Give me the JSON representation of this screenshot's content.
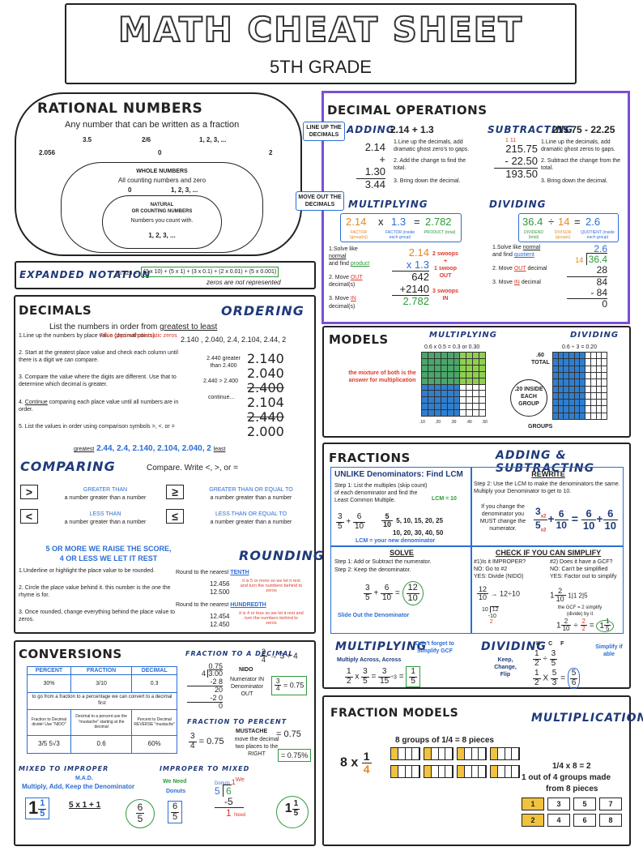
{
  "header": {
    "title": "MATH CHEAT SHEET",
    "subtitle": "5TH GRADE"
  },
  "rational": {
    "title": "RATIONAL NUMBERS",
    "def": "Any number that can be written as a fraction",
    "row1": [
      "3.5",
      "2/6",
      "1, 2, 3, ..."
    ],
    "row2": [
      "2.056",
      "0",
      "2"
    ],
    "whole_title": "WHOLE NUMBERS",
    "whole_def": "All counting numbers and zero",
    "whole_row": [
      "0",
      "1, 2, 3, ..."
    ],
    "natural_title": "NATURAL\nOR COUNTING NUMBERS",
    "natural_def": "Numbers you count with.",
    "natural_row": "1, 2, 3, ..."
  },
  "expanded": {
    "title": "EXPANDED NOTATION",
    "number": "25.325 =",
    "expr": "(2 x 10) + (5 x 1) + (3 x 0.1) + (2 x 0.01) + (5 x 0.001)",
    "note": "zeros are not represented"
  },
  "decops": {
    "title": "DECIMAL OPERATIONS",
    "lineup": "LINE UP THE DECIMALS",
    "moveout": "MOVE OUT THE DECIMALS",
    "adding": {
      "title": "ADDING",
      "problem": "2.14 + 1.3",
      "a": "2.14",
      "b": "+ 1.30",
      "r": "3.44",
      "steps": [
        "1.Line up the decimals, add dramatic ghost zero's to gaps.",
        "2. Add the change to find the total.",
        "3. Bring down the decimal."
      ]
    },
    "subtracting": {
      "title": "SUBTRACTING",
      "problem": "215.75 - 22.25",
      "carry": "1 11",
      "a": "215.75",
      "b": "- 22.50",
      "r": "193.50",
      "steps": [
        "1.Line up the decimals, add dramatic ghost zeros to gaps.",
        "2. Subtract the change from the total.",
        "3. Bring down the decimal."
      ]
    },
    "multiplying": {
      "title": "MULTIPLYING",
      "eq": [
        "2.14",
        "x",
        "1.3",
        "=",
        "2.782"
      ],
      "labels": [
        "FACTOR (group(s))",
        "FACTOR (inside each group)",
        "PRODUCT (total)"
      ],
      "steps": [
        "1.Solve like",
        "normal",
        "and find",
        "product",
        "2. Move",
        "OUT",
        "decimal(s)",
        "3. Move",
        "IN",
        "decimal(s)"
      ],
      "work": [
        "2.14",
        "x  1.3",
        "642",
        "+2140",
        "2.782"
      ],
      "swoops": [
        "2 swoops",
        "+",
        "1 swoop",
        "OUT",
        "3 swoops",
        "IN"
      ]
    },
    "dividing": {
      "title": "DIVIDING",
      "eq": [
        "36.4",
        "÷",
        "14",
        "=",
        "2.6"
      ],
      "labels": [
        "DIVIDEND (total)",
        "DIVISOR (groups)",
        "QUOTIENT (inside each group)"
      ],
      "steps": [
        "1.Solve like",
        "normal",
        "and find",
        "quotient",
        "2. Move",
        "OUT",
        "decimal",
        "3. Move",
        "IN",
        "decimal"
      ],
      "work": [
        "2.6",
        "14",
        "36.4",
        "28",
        "84",
        "- 84",
        "0"
      ]
    }
  },
  "decimals": {
    "title": "DECIMALS",
    "ordering": "ORDERING",
    "task": "List the numbers in order from",
    "task_em": "greatest to least",
    "list": "2.140 , 2.040, 2.4, 2.104, 2.44, 2",
    "steps": [
      "1.Line up the numbers by place value (decimal points).",
      "Fill in gaps with dramatic zeros",
      "2.  Start at the greatest place value and check each column until there is a digit we can compare.",
      "3.  Compare the value where the digits are different. Use that to determine which decimal is greater.",
      "4.",
      "Continue",
      "comparing each place value until all numbers are in order.",
      "5.  List the values in order using comparison symbols  >, <. or ="
    ],
    "notes": [
      "2.440 greater than 2.400",
      "2.440 > 2.400",
      "continue..."
    ],
    "stack": [
      "2.140",
      "2.040",
      "2.400",
      "2.104",
      "2.440",
      "2.000"
    ],
    "greatest": "greatest",
    "least": "least",
    "answer": "2.44, 2.4, 2.140, 2.104, 2.040, 2"
  },
  "comparing": {
    "title": "COMPARING",
    "task": "Compare.  Write <, >, or =",
    "items": [
      {
        "sym": ">",
        "t1": "GREATER THAN",
        "t2": "a number greater than a number"
      },
      {
        "sym": "≥",
        "t1": "GREATER THAN OR EQUAL TO",
        "t2": "a number greater than a number"
      },
      {
        "sym": "<",
        "t1": "LESS THAN",
        "t2": "a number greater than a number"
      },
      {
        "sym": "≤",
        "t1": "LESS THAN OR EQUAL TO",
        "t2": "a number greater than a number"
      }
    ]
  },
  "rounding": {
    "title": "ROUNDING",
    "rhyme1": "5 OR MORE WE RAISE THE SCORE,",
    "rhyme2": "4 OR LESS WE LET IT REST",
    "steps": [
      "1.Underline or highlight the place value to  be rounded.",
      "2. Circle the place value behind it.  this number is the one the rhyme is for.",
      "3.  Once rounded, change everything  behind the place value to zeros."
    ],
    "r1": "Round to the nearest",
    "r1b": "TENTH",
    "r1a": [
      "12.456",
      "12.500"
    ],
    "r1n": "it is 5 or more so we let it rest and turn the numbers behind to zeros",
    "r2": "Round to the nearest",
    "r2b": "HUNDREDTH",
    "r2a": [
      "12.454",
      "12.450"
    ],
    "r2n": "it is 4 or less so we let it rest and turn the numbers behind to zeros"
  },
  "conversions": {
    "title": "CONVERSIONS",
    "headers": [
      "PERCENT",
      "FRACTION",
      "DECIMAL"
    ],
    "vals": [
      "30%",
      "3/10",
      "0.3"
    ],
    "note": "to go from a fraction to a percentage we can convert to a decimal first",
    "sub": [
      "Fraction to Decimal divide! Use \"NIDO\"",
      "Decimal to a percent use the \"mustache\" starting at the decimal",
      "Percent to Decimal REVERSE \"mustache\""
    ],
    "subv": [
      "3/5",
      "5√3",
      "0.6",
      "60%"
    ],
    "f2d": "FRACTION TO A DECIMAL",
    "f2d_eq": "→ 3 ÷ 4",
    "nido": "NIDO",
    "nido_t": "Numerator IN Denominator OUT",
    "nido_work": [
      "0.75",
      "4",
      "3.00",
      "-2 8",
      "20",
      "-2 0",
      "0"
    ],
    "nido_ans": "= 0.75",
    "f2p": "FRACTION TO PERCENT",
    "f2p_eq": "= 0.75",
    "must": "MUSTACHE",
    "must_t": "move the decimal two places to the RIGHT",
    "must_v": "= 0.75",
    "must_ans": "= 0.75%",
    "m2i": "MIXED TO IMPROPER",
    "mad": "M.A.D.",
    "mad_t": "Multiply, Add, Keep the Denominator",
    "m2i_work": "5 x 1 + 1",
    "m2i_ans": "6/5",
    "i2m": "IMPROPER TO MIXED",
    "weneed": "We Need",
    "donuts": "Donuts",
    "i2m_ans": "1 1/5",
    "need": "Need",
    "we": "We"
  },
  "models": {
    "title": "MODELS",
    "mult": "MULTIPLYING",
    "mult_eq": "0.6 x 0.5 = 0.3 or 0.30",
    "mix": "the mixture of both is the answer for multiplication",
    "div": "DIVIDING",
    "div_eq": "0.6 ÷ 3 = 0.20",
    "div_60": ".60 TOTAL",
    "div_20": ".20 INSIDE EACH GROUP",
    "groups": "GROUPS",
    "ticks": [
      ".10",
      ".20",
      ".30",
      ".40",
      ".50"
    ]
  },
  "fractions": {
    "title": "FRACTIONS",
    "addsub": "ADDING & SUBTRACTING",
    "unlike": "UNLIKE Denominators: Find LCM",
    "s1": "Step 1: List the multiples (skip count) of each denominator and find the Least Common Multiple.",
    "lcm": "LCM = 10",
    "mults5": "5, 10, 15, 20, 25",
    "mults10": "10, 20, 30, 40, 50",
    "lcmnote": "LCM = your new denominator",
    "rewrite": "REWRITE",
    "s2": "Step 2: Use the LCM to make the denominators the same.  Multiply your Denominator to get to 10.",
    "rewrite_note": "If you change the denominator you MUST change the numerator.",
    "solve": "SOLVE",
    "solve1": "Step 1: Add or Subtract the numerator.",
    "solve2": "Step 2: Keep the denominator.",
    "slide": "Slide Out the Denominator",
    "simplify": "CHECK IF YOU CAN SIMPLIFY",
    "q1": "#1)Is it IMPROPER?",
    "q1n": "NO: Go to #2",
    "q1y": "YES: Divide (NIDO)",
    "q2": "#2) Does it have a GCF?",
    "q2n": "NO: Can't be simplified",
    "q2y": "YES: Factor out to simplify",
    "gcf": "the GCF = 2 simplify (divide) by it",
    "mult": "MULTIPLYING",
    "mult_note": "Don't forget to Simplify GCF",
    "mult_t": "Multiply Across, Across",
    "div": "DIVIDING",
    "div_t": "Keep, Change, Flip",
    "div_s": "Simplify if able",
    "kcf": [
      "K",
      "C",
      "F"
    ]
  },
  "fmodels": {
    "title": "FRACTION MODELS",
    "mult": "MULTIPLICATION",
    "groups": "8 groups of 1/4 = 8 pieces",
    "eq1": "8 x",
    "eq2": "1/4 x 8 = 2",
    "eq3": "1 out of 4 groups made",
    "eq4": "from 8 pieces",
    "cells": [
      "1",
      "3",
      "5",
      "7",
      "2",
      "4",
      "6",
      "8"
    ]
  }
}
